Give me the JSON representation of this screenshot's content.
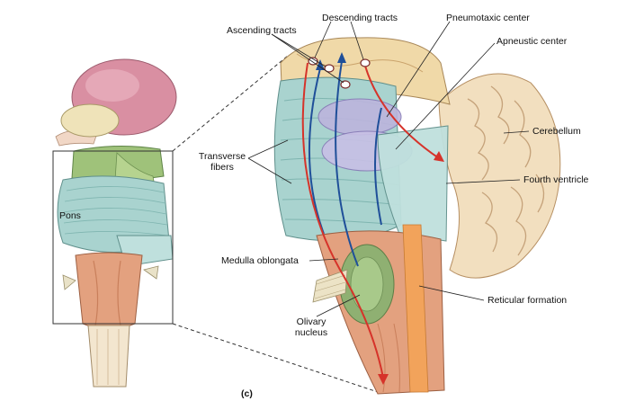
{
  "panel_letter": "(c)",
  "labels": {
    "descending_tracts": "Descending tracts",
    "ascending_tracts": "Ascending tracts",
    "pneumotaxic_center": "Pneumotaxic center",
    "apneustic_center": "Apneustic center",
    "cerebellum": "Cerebellum",
    "fourth_ventricle": "Fourth ventricle",
    "transverse_fibers_line1": "Transverse",
    "transverse_fibers_line2": "fibers",
    "medulla_oblongata": "Medulla oblongata",
    "reticular_formation": "Reticular formation",
    "olivary_nucleus_line1": "Olivary",
    "olivary_nucleus_line2": "nucleus",
    "pons": "Pons"
  },
  "colors": {
    "pons": "#a9d3cf",
    "pons_stripe": "#7fb5b0",
    "medulla": "#e3a17f",
    "midbrain_green": "#9fc27a",
    "thalamus_pink": "#d98fa2",
    "cerebellum": "#f2dfbf",
    "cerebellum_line": "#c5a27a",
    "ascending_arrow": "#1f4f99",
    "descending_arrow": "#d6332a",
    "reticular": "#f2a35b",
    "olive": "#8fb072",
    "nucleus_violet": "#bcb4dd"
  }
}
